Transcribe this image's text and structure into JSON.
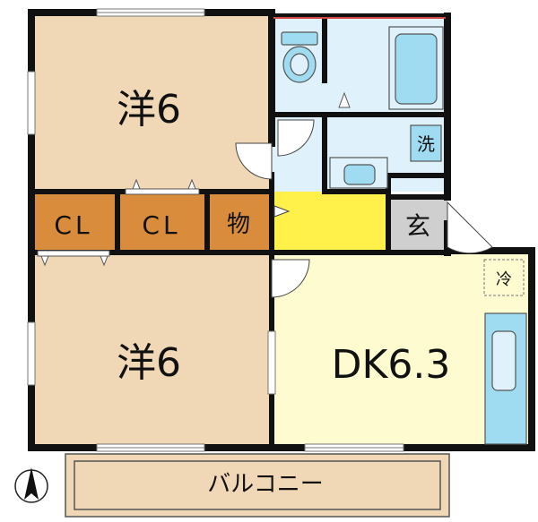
{
  "rooms": {
    "western_top": "洋6",
    "closet_left": "CL",
    "closet_right": "CL",
    "storage": "物",
    "western_bottom": "洋6",
    "dk": "DK6.3",
    "entrance": "玄",
    "washer": "洗",
    "fridge": "冷",
    "balcony": "バルコニー"
  },
  "colors": {
    "wall": "#111111",
    "western_floor": "#f0d7b5",
    "closet": "#d98c3c",
    "dk_floor": "#fffbd0",
    "hall_floor": "#fff04a",
    "wet_area": "#dff2fb",
    "fixture_blue": "#9fdcf2",
    "entrance_floor": "#cfcfcf",
    "balcony_floor": "#f0d7b5"
  }
}
